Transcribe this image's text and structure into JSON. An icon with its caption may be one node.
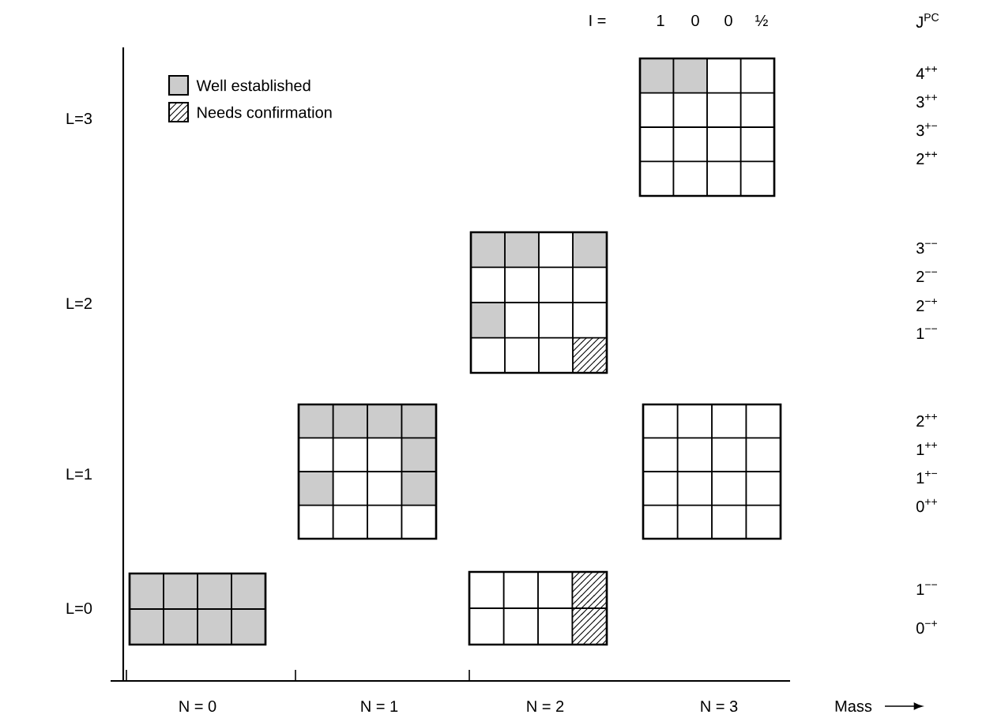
{
  "diagram": {
    "labels": [
      "I =",
      "1",
      "0",
      "0",
      "½",
      "J$^{PC}$",
      "4$^{++}$",
      "L=3",
      "3$^{++}$",
      "3$^{+−}$",
      "2$^{++}$",
      "3$^{−−}$",
      "L=2",
      "2$^{−−}$",
      "2$^{−+}$",
      "1$^{−−}$",
      "2$^{++}$",
      "L=1",
      "1$^{++}$",
      "1$^{+−}$",
      "0$^{++}$",
      "1$^{−−}$",
      "L=0",
      "0$^{−+}$",
      "N = 0",
      "N = 1",
      "N = 2",
      "N = 3",
      "Mass"
    ],
    "legend": [
      {
        "text": "Well established"
      },
      {
        "text": "Needs confirmation"
      }
    ]
  }
}
